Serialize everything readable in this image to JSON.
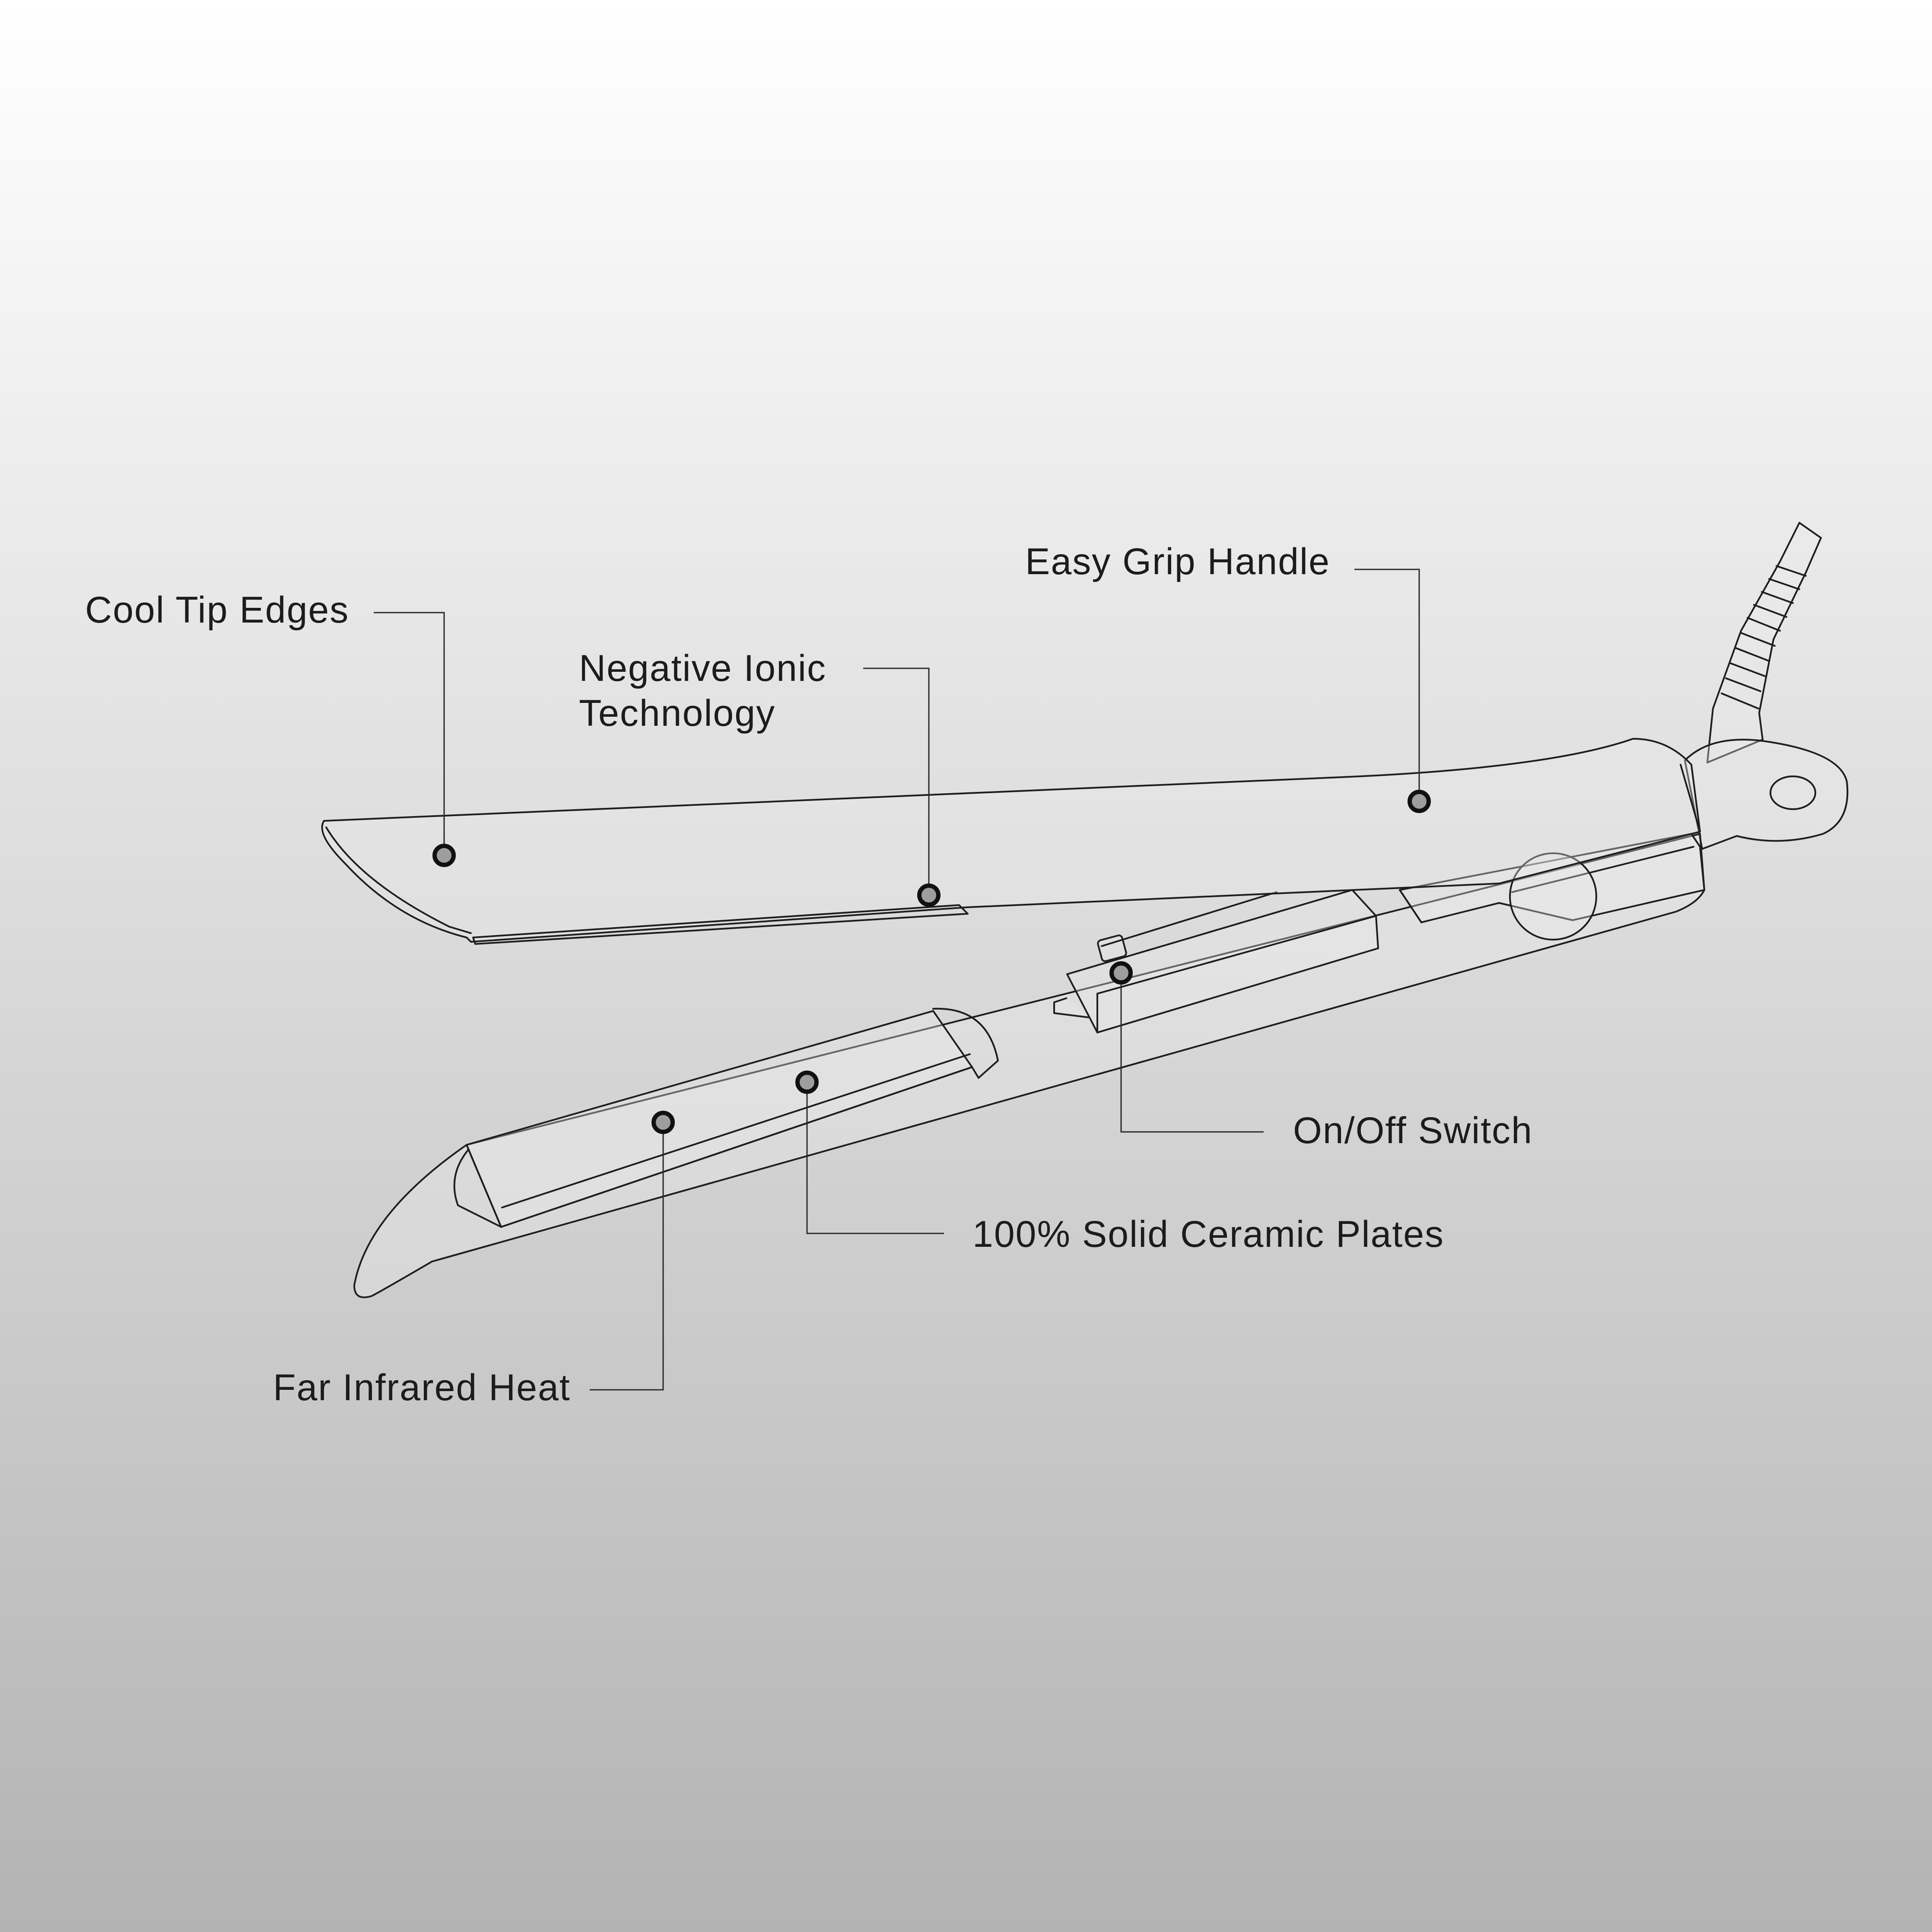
{
  "colors": {
    "background_top": "#ffffff",
    "background_bottom": "#b3b3b3",
    "line": "#1e1e1e",
    "marker_fill": "#9e9e9e",
    "marker_ring": "#111111",
    "text": "#1c1c1c"
  },
  "product": {
    "illustration": "flat-iron-line-drawing"
  },
  "callouts": [
    {
      "id": "cool-tip-edges",
      "label": "Cool Tip Edges"
    },
    {
      "id": "negative-ionic",
      "label_line1": "Negative Ionic",
      "label_line2": "Technology"
    },
    {
      "id": "easy-grip-handle",
      "label": "Easy Grip Handle"
    },
    {
      "id": "on-off-switch",
      "label": "On/Off Switch"
    },
    {
      "id": "ceramic-plates",
      "label": "100% Solid Ceramic Plates"
    },
    {
      "id": "far-infrared-heat",
      "label": "Far Infrared Heat"
    }
  ]
}
